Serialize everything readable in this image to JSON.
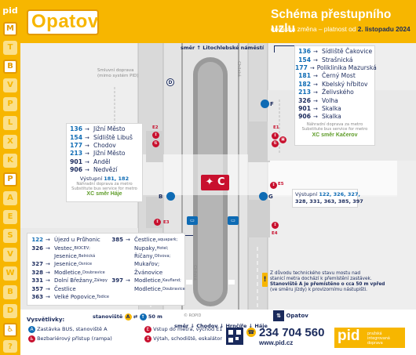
{
  "app": {
    "brand": "pid"
  },
  "header": {
    "stop_name": "Opatov",
    "scheme_title": "Schéma přestupního uzlu",
    "scheme_subtitle_prefix": "dočasná změna – platnost od",
    "scheme_subtitle_date": "2. listopadu 2024"
  },
  "sidebar": {
    "icons": [
      "metro-icon",
      "tram-icon",
      "bus-icon",
      "train-icon",
      "boat-icon",
      "funicular-icon",
      "taxi-icon",
      "bike-icon",
      "park-ride-icon",
      "accessibility-icon",
      "escalator-icon",
      "stairs-icon",
      "elevator-icon",
      "wc-icon",
      "info-icon",
      "ticket-icon",
      "wheelchair-icon",
      "bike-parking-icon",
      "dog-icon",
      "other-icon"
    ]
  },
  "map": {
    "direction_top": "směr",
    "direction_top_dest": "Litochlebské náměstí",
    "direction_bottom_prefix": "směr",
    "direction_bottom_dest1": "Chodov",
    "direction_bottom_dest2": "Hrnčíře",
    "direction_bottom_dest3": "Háje",
    "street_chilska_top": "Chilská",
    "street_chilska_bottom": "Chilská",
    "replacement_note": "Smluvní doprava",
    "replacement_note_sub": "(mimo systém PID)",
    "metro_line": "C",
    "stop_letters": {
      "A": "A",
      "B": "B",
      "D": "D",
      "F": "F",
      "G": "G"
    },
    "entrances": [
      "E1",
      "E2",
      "E3",
      "E4",
      "E5"
    ],
    "opatov_label": "Opatov",
    "walk_note": "stanoviště",
    "walk_time": "50 m",
    "ropid": "© ROPID"
  },
  "panel_top_right": {
    "routes": [
      {
        "num": "136",
        "color": "#0e6bb4",
        "dest": "Sídliště Čakovice"
      },
      {
        "num": "154",
        "color": "#0e6bb4",
        "dest": "Strašnická"
      },
      {
        "num": "177",
        "color": "#0e6bb4",
        "dest": "Poliklinika Mazurská"
      },
      {
        "num": "181",
        "color": "#0e6bb4",
        "dest": "Černý Most"
      },
      {
        "num": "182",
        "color": "#0e6bb4",
        "dest": "Kbelský hřbitov"
      },
      {
        "num": "213",
        "color": "#0e6bb4",
        "dest": "Želivského"
      },
      {
        "num": "326",
        "color": "#1a2a5c",
        "dest": "Volha"
      },
      {
        "num": "901",
        "color": "#1a2a5c",
        "dest": "Skalka"
      },
      {
        "num": "906",
        "color": "#1a2a5c",
        "dest": "Skalka"
      }
    ],
    "note1": "Náhradní doprava za metro",
    "note2": "Substitute bus service for metro",
    "xc": "XC směr Kačerov"
  },
  "panel_left": {
    "routes": [
      {
        "num": "136",
        "color": "#0e6bb4",
        "dest": "Jižní Město"
      },
      {
        "num": "154",
        "color": "#0e6bb4",
        "dest": "Sídliště Libuš"
      },
      {
        "num": "177",
        "color": "#0e6bb4",
        "dest": "Chodov"
      },
      {
        "num": "213",
        "color": "#0e6bb4",
        "dest": "Jižní Město"
      },
      {
        "num": "901",
        "color": "#1a2a5c",
        "dest": "Anděl"
      },
      {
        "num": "906",
        "color": "#1a2a5c",
        "dest": "Nedvězí"
      }
    ],
    "exit_label": "Výstupní",
    "exit_routes": "181, 182",
    "note1": "Náhradní doprava za metro",
    "note2": "Substitute bus service for metro",
    "xc": "XC směr Háje"
  },
  "panel_exit_g": {
    "label": "Výstupní",
    "routes_line1": "122, 326, 327,",
    "routes_line2": "328, 331, 363, 385, 397"
  },
  "panel_bottom_left": {
    "col1": [
      {
        "num": "122",
        "color": "#0e6bb4",
        "dest": "Újezd u Průhonic",
        "sub": ""
      },
      {
        "num": "326",
        "color": "#1a2a5c",
        "dest": "Vestec,",
        "sub": "BIOCEV;"
      },
      {
        "num": "",
        "color": "#1a2a5c",
        "dest": "Jesenice,",
        "sub": "Belnická"
      },
      {
        "num": "327",
        "color": "#1a2a5c",
        "dest": "Jesenice,",
        "sub": "Osnice"
      },
      {
        "num": "328",
        "color": "#1a2a5c",
        "dest": "Modletice,",
        "sub": "Doubravice"
      },
      {
        "num": "331",
        "color": "#1a2a5c",
        "dest": "Dolní Břežany,",
        "sub": "Zálepy"
      },
      {
        "num": "357",
        "color": "#1a2a5c",
        "dest": "Čestlice",
        "sub": ""
      },
      {
        "num": "363",
        "color": "#1a2a5c",
        "dest": "Velké Popovice,",
        "sub": "Todice"
      }
    ],
    "col2": [
      {
        "num": "385",
        "color": "#1a2a5c",
        "dest": "Čestlice,",
        "sub": "aquapark;"
      },
      {
        "num": "",
        "color": "#1a2a5c",
        "dest": "Nupaky,",
        "sub": "Hotel;"
      },
      {
        "num": "",
        "color": "#1a2a5c",
        "dest": "Říčany,",
        "sub": "Olivova;"
      },
      {
        "num": "",
        "color": "#1a2a5c",
        "dest": "Mukařov;",
        "sub": ""
      },
      {
        "num": "",
        "color": "#1a2a5c",
        "dest": "Žvánovice",
        "sub": ""
      },
      {
        "num": "397",
        "color": "#1a2a5c",
        "dest": "Modletice,",
        "sub": "Kaufland;"
      },
      {
        "num": "",
        "color": "#1a2a5c",
        "dest": "Modletice,",
        "sub": "Doubravice"
      }
    ]
  },
  "notice": {
    "line1": "Z důvodu technického stavu mostu nad",
    "line2": "stanicí metra dochází k přemístění zastávek.",
    "line3": "Stanoviště A je přemístěno o cca 50 m vpřed",
    "line4": "(ve směru jízdy) k provizornímu nástupišti."
  },
  "legend": {
    "title": "Vysvětlivky:",
    "item1": "Zastávka BUS, stanoviště A",
    "item2": "Bezbariérový přístup (rampa)",
    "item3": "Vstup do metra, východ E1",
    "item4": "Výtah, schodiště, eskalátor"
  },
  "contact": {
    "phone": "234 704 560",
    "web": "www.pid.cz",
    "brand": "pid",
    "brand_line1": "pražská integrovaná",
    "brand_line2": "doprava"
  }
}
